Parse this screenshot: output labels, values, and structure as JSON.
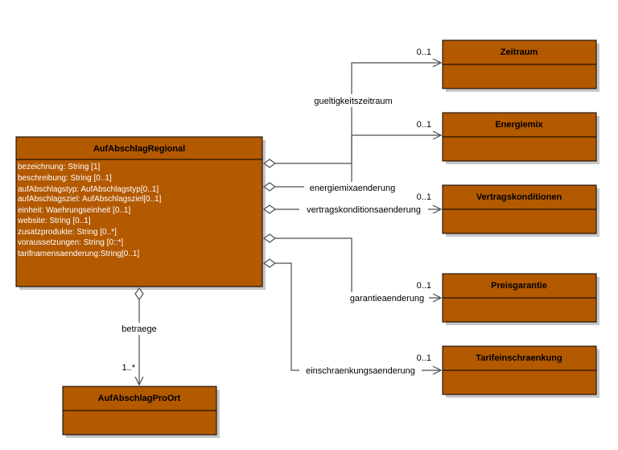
{
  "diagram": {
    "main_class": {
      "name": "AufAbschlagRegional",
      "attributes": [
        "bezeichnung: String [1]",
        "beschreibung: String [0..1]",
        "aufAbschlagstyp: AufAbschlagstyp[0..1]",
        "aufAbschlagsziel: AufAbschlagsziel[0..1]",
        "einheit: Waehrungseinheit [0..1]",
        "website: String [0..1]",
        "zusatzprodukte: String [0..*]",
        "voraussetzungen: String [0::*]",
        "tarifnamensaenderung:String[0..1]"
      ]
    },
    "classes": {
      "zeitraum": "Zeitraum",
      "energiemix": "Energiemix",
      "vertragskonditionen": "Vertragskonditionen",
      "preisgarantie": "Preisgarantie",
      "tarifeinschraenkung": "Tarifeinschraenkung",
      "aufabschlagproort": "AufAbschlagProOrt"
    },
    "edges": {
      "gueltigkeitszeitraum": {
        "label": "gueltigkeitszeitraum",
        "multiplicity": "0..1"
      },
      "energiemixaenderung": {
        "label": "energiemixaenderung",
        "multiplicity": "0..1"
      },
      "vertragskonditionsaenderung": {
        "label": "vertragskonditionsaenderung",
        "multiplicity": "0..1"
      },
      "garantieaenderung": {
        "label": "garantieaenderung",
        "multiplicity": "0..1"
      },
      "einschraenkungsaenderung": {
        "label": "einschraenkungsaenderung",
        "multiplicity": "0..1"
      },
      "betraege": {
        "label": "betraege",
        "multiplicity": "1..*"
      }
    },
    "colors": {
      "class_fill": "#b35900",
      "class_border": "#000000",
      "attribute_text": "#ffffff",
      "edge": "#4d4d4d"
    }
  }
}
